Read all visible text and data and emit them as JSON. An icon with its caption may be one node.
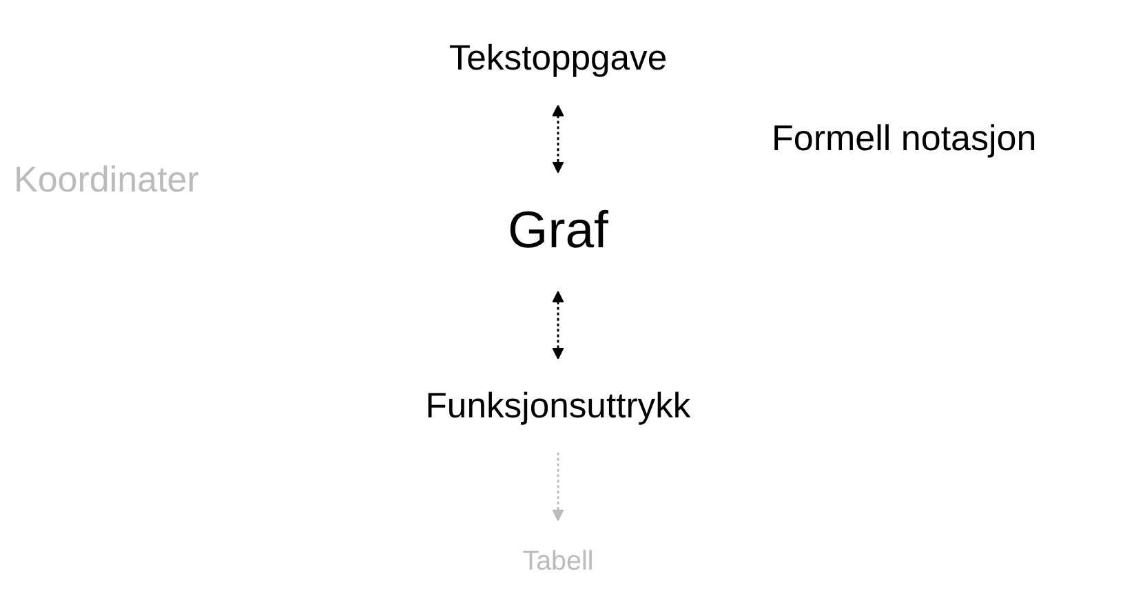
{
  "diagram": {
    "nodes": [
      {
        "text": [
          "Tekstoppgave"
        ]
      },
      {
        "text": [
          "Tabell"
        ]
      },
      {
        "text": [
          "Funksjonsuttrykk"
        ]
      },
      {
        "text": [
          "Graf"
        ]
      }
    ],
    "edges": [
      {
        "from": 0,
        "to": 3,
        "arrow": "both",
        "style": "dashed"
      },
      {
        "from": 2,
        "to": 1,
        "arrow": "to",
        "style": "dashed",
        "color": "#bbbbbb"
      },
      {
        "from": 3,
        "to": 2,
        "arrow": "both",
        "style": "dashed"
      }
    ],
    "labels": [
      "Formell notasjon",
      "Koordinater"
    ]
  }
}
